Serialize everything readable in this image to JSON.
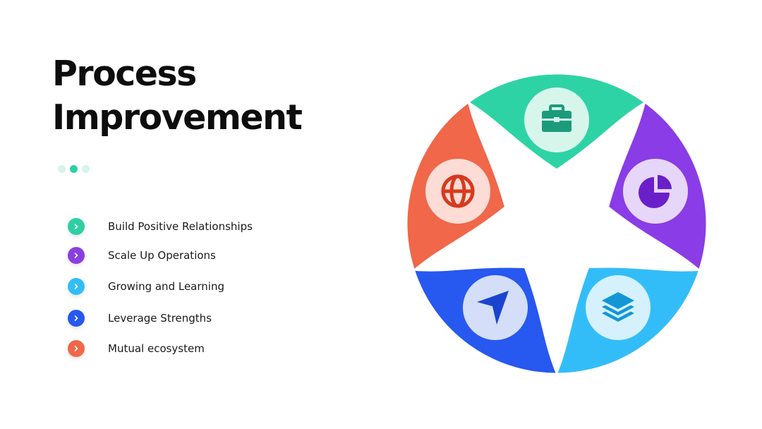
{
  "slide": {
    "title_lines": [
      "Process",
      "Improvement"
    ]
  },
  "dots": [
    {
      "color": "#d3f5eb"
    },
    {
      "color": "#2ecfa3"
    },
    {
      "color": "#d3f5eb"
    }
  ],
  "items": [
    {
      "label": "Build Positive Relationships",
      "color": "#2ecfa3"
    },
    {
      "label": "Scale Up Operations",
      "color": "#8a3fe0"
    },
    {
      "label": "Growing and Learning",
      "color": "#33bdf8"
    },
    {
      "label": "Leverage Strengths",
      "color": "#2758f0"
    },
    {
      "label": "Mutual ecosystem",
      "color": "#f0674a"
    }
  ],
  "segments": [
    {
      "icon": "briefcase-icon",
      "color": "#2ed3a5",
      "badge": "#d6f6ec",
      "icon_color": "#1c9b7b"
    },
    {
      "icon": "pie-chart-icon",
      "color": "#8a3ce6",
      "badge": "#e6d6fa",
      "icon_color": "#6a1fc9"
    },
    {
      "icon": "layers-icon",
      "color": "#33bdf8",
      "badge": "#d4f1fd",
      "icon_color": "#1396d6"
    },
    {
      "icon": "paper-plane-icon",
      "color": "#2758f0",
      "badge": "#d4def9",
      "icon_color": "#1c43d0"
    },
    {
      "icon": "globe-icon",
      "color": "#f0674a",
      "badge": "#fddcd5",
      "icon_color": "#d8391c"
    }
  ]
}
